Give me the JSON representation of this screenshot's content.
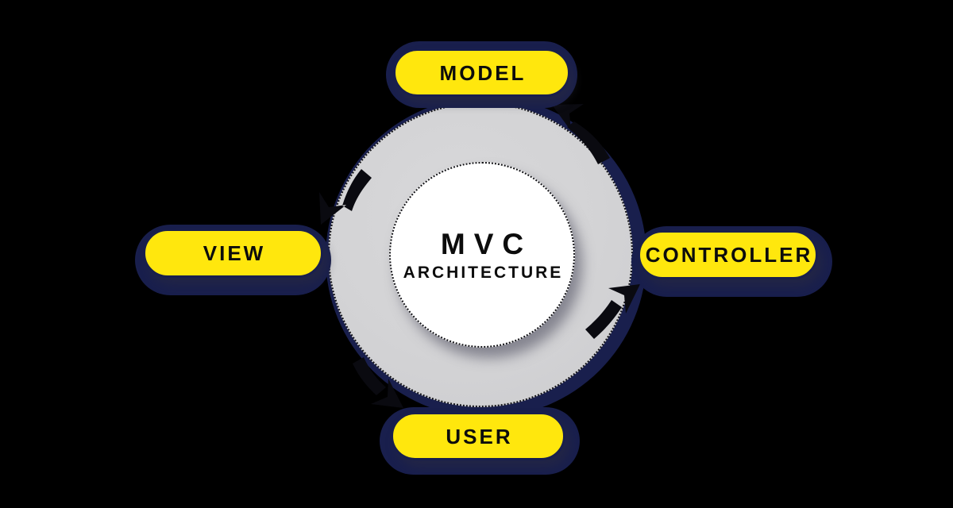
{
  "diagram": {
    "type": "cycle",
    "background": "#000000",
    "center": {
      "title": "MVC",
      "subtitle": "ARCHITECTURE"
    },
    "nodes": [
      {
        "id": "model",
        "label": "MODEL",
        "position": "top"
      },
      {
        "id": "view",
        "label": "VIEW",
        "position": "left"
      },
      {
        "id": "controller",
        "label": "CONTROLLER",
        "position": "right"
      },
      {
        "id": "user",
        "label": "USER",
        "position": "bottom"
      }
    ],
    "flows": [
      {
        "from": "user",
        "to": "controller"
      },
      {
        "from": "controller",
        "to": "model"
      },
      {
        "from": "model",
        "to": "view"
      },
      {
        "from": "view",
        "to": "user"
      }
    ],
    "direction": "counterclockwise",
    "colors": {
      "node_fill": "#ffe70d",
      "shadow_navy": "#191f4d",
      "ring_gray": "#d3d3d5",
      "center_fill": "#ffffff",
      "arrow_black": "#0a0a10",
      "text": "#0c0c0c"
    }
  }
}
